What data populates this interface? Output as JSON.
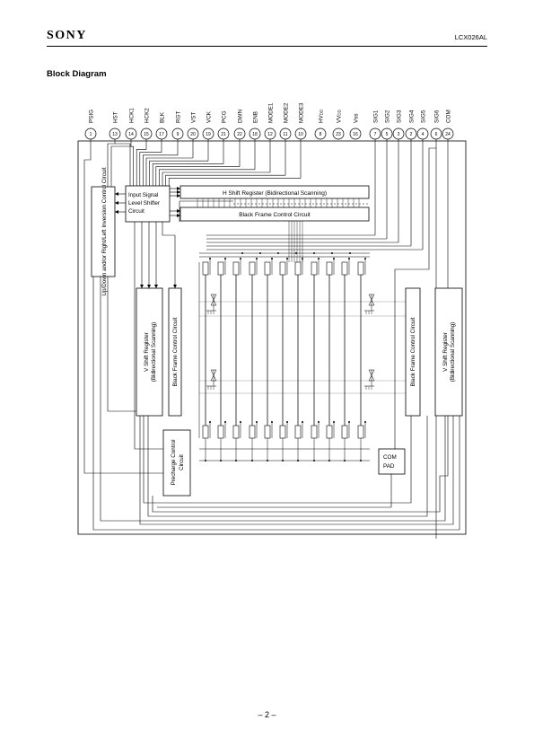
{
  "header": {
    "brand": "SONY",
    "part_number": "LCX026AL"
  },
  "section_title": "Block Diagram",
  "page_number": "– 2 –",
  "pins": [
    {
      "name": "PSIG",
      "num": "1"
    },
    {
      "name": "HST",
      "num": "13"
    },
    {
      "name": "HCK1",
      "num": "14"
    },
    {
      "name": "HCK2",
      "num": "15"
    },
    {
      "name": "BLK",
      "num": "17"
    },
    {
      "name": "RGT",
      "num": "9"
    },
    {
      "name": "VST",
      "num": "20"
    },
    {
      "name": "VCK",
      "num": "19"
    },
    {
      "name": "PCG",
      "num": "21"
    },
    {
      "name": "DWN",
      "num": "22"
    },
    {
      "name": "ENB",
      "num": "18"
    },
    {
      "name": "MODE1",
      "num": "12"
    },
    {
      "name": "MODE2",
      "num": "11"
    },
    {
      "name": "MODE3",
      "num": "10"
    },
    {
      "name": "HVDD",
      "num": "8"
    },
    {
      "name": "VVDD",
      "num": "23"
    },
    {
      "name": "Vss",
      "num": "16"
    },
    {
      "name": "SIG1",
      "num": "7"
    },
    {
      "name": "SIG2",
      "num": "5"
    },
    {
      "name": "SIG3",
      "num": "3"
    },
    {
      "name": "SIG4",
      "num": "2"
    },
    {
      "name": "SIG5",
      "num": "4"
    },
    {
      "name": "SIG6",
      "num": "6"
    },
    {
      "name": "COM",
      "num": "24"
    }
  ],
  "blocks": {
    "inversion_control": "Up/Down and/or Right/Left Inversion Control Circuit",
    "input_level_shifter": [
      "Input Signal",
      "Level Shifter",
      "Circuit"
    ],
    "h_shift_register": "H Shift Register (Bidirectional Scanning)",
    "black_frame_top": "Black Frame Control Circuit",
    "v_shift_left": [
      "V Shift Register",
      "(Bidirectional Scanning)"
    ],
    "black_frame_left": "Black Frame Control Circuit",
    "precharge": [
      "Precharge Control",
      "Circuit"
    ],
    "com_pad": [
      "COM",
      "PAD"
    ],
    "black_frame_right": "Black Frame Control Circuit",
    "v_shift_right": [
      "V Shift Register",
      "(Bidirectional Scanning)"
    ]
  },
  "colors": {
    "line": "#000000",
    "background": "#ffffff",
    "pixel_grid": "#9a9a9a"
  }
}
